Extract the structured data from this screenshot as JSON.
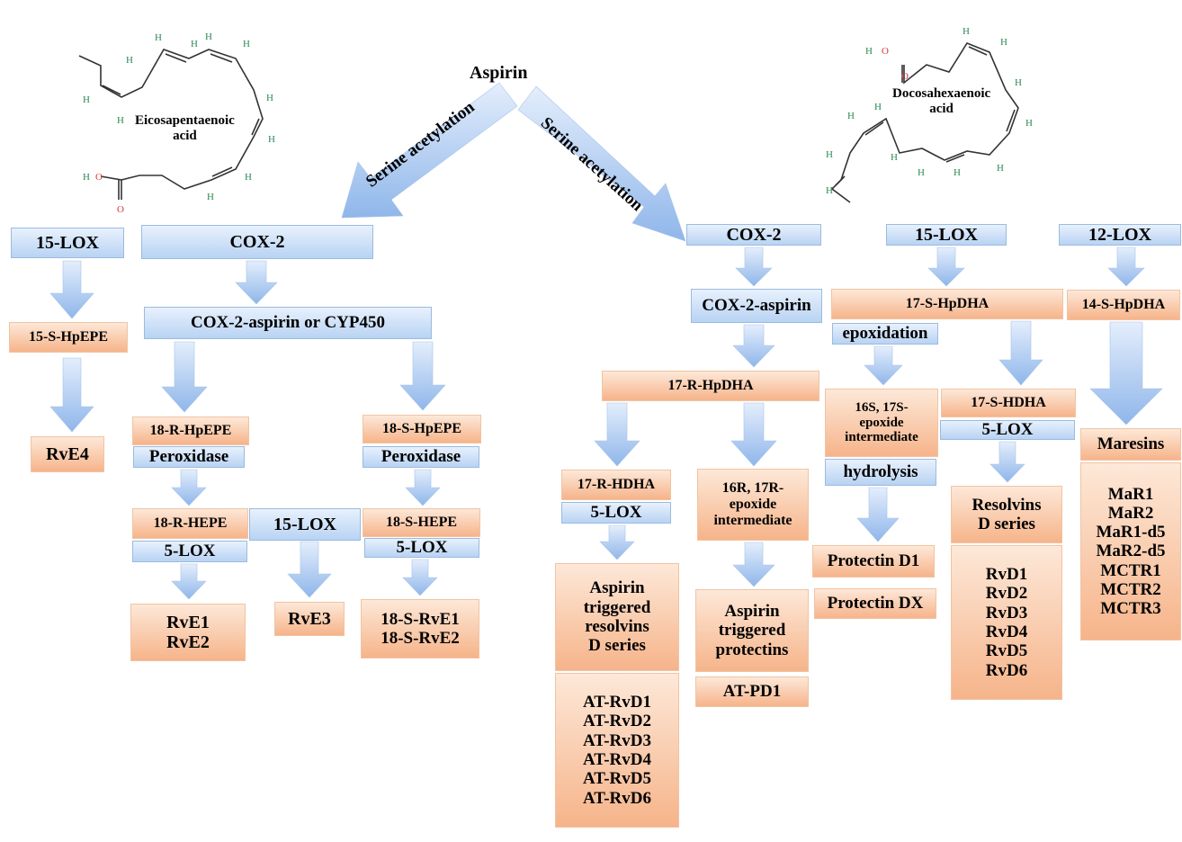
{
  "root": "Aspirin",
  "acetylation_left": "Serine acetylation",
  "acetylation_right": "Serine acetylation",
  "epa": {
    "name": "Eicosapentaenoic\nacid",
    "atom_h": "H",
    "atom_o": "O",
    "lox15": "15-LOX",
    "hpepe15s": "15-S-HpEPE",
    "rve4": "RvE4",
    "cox2": "COX-2",
    "cox2_aspirin_cyp": "COX-2-aspirin or CYP450",
    "hpepe18r": "18-R-HpEPE",
    "peroxidase_r": "Peroxidase",
    "hepe18r": "18-R-HEPE",
    "lox5_r": "5-LOX",
    "rve1_rve2": "RvE1\nRvE2",
    "lox15_mid": "15-LOX",
    "rve3": "RvE3",
    "hpepe18s": "18-S-HpEPE",
    "peroxidase_s": "Peroxidase",
    "hepe18s": "18-S-HEPE",
    "lox5_s": "5-LOX",
    "s_rve": "18-S-RvE1\n18-S-RvE2"
  },
  "dha": {
    "name": "Docosahexaenoic\nacid",
    "atom_h": "H",
    "atom_o": "O",
    "cox2": "COX-2",
    "cox2_aspirin": "COX-2-aspirin",
    "hpdha17r": "17-R-HpDHA",
    "hdha17r": "17-R-HDHA",
    "lox5_at": "5-LOX",
    "at_resolvins": "Aspirin\ntriggered\nresolvins\nD series",
    "at_rvd_list": "AT-RvD1\nAT-RvD2\nAT-RvD3\nAT-RvD4\nAT-RvD5\nAT-RvD6",
    "epoxide16r": "16R, 17R-\nepoxide\nintermediate",
    "at_protectins": "Aspirin\ntriggered\nprotectins",
    "at_pd1": "AT-PD1",
    "lox15": "15-LOX",
    "hpdha17s": "17-S-HpDHA",
    "epoxidation": "epoxidation",
    "epoxide16s": "16S, 17S-\nepoxide\nintermediate",
    "hydrolysis": "hydrolysis",
    "protectin_d1": "Protectin D1",
    "protectin_dx": "Protectin DX",
    "hdha17s": "17-S-HDHA",
    "lox5_d": "5-LOX",
    "resolvins_d": "Resolvins\nD series",
    "rvd_list": "RvD1\nRvD2\nRvD3\nRvD4\nRvD5\nRvD6",
    "lox12": "12-LOX",
    "hpdha14s": "14-S-HpDHA",
    "maresins": "Maresins",
    "mar_list": "MaR1\nMaR2\nMaR1-d5\nMaR2-d5\nMCTR1\nMCTR2\nMCTR3"
  }
}
